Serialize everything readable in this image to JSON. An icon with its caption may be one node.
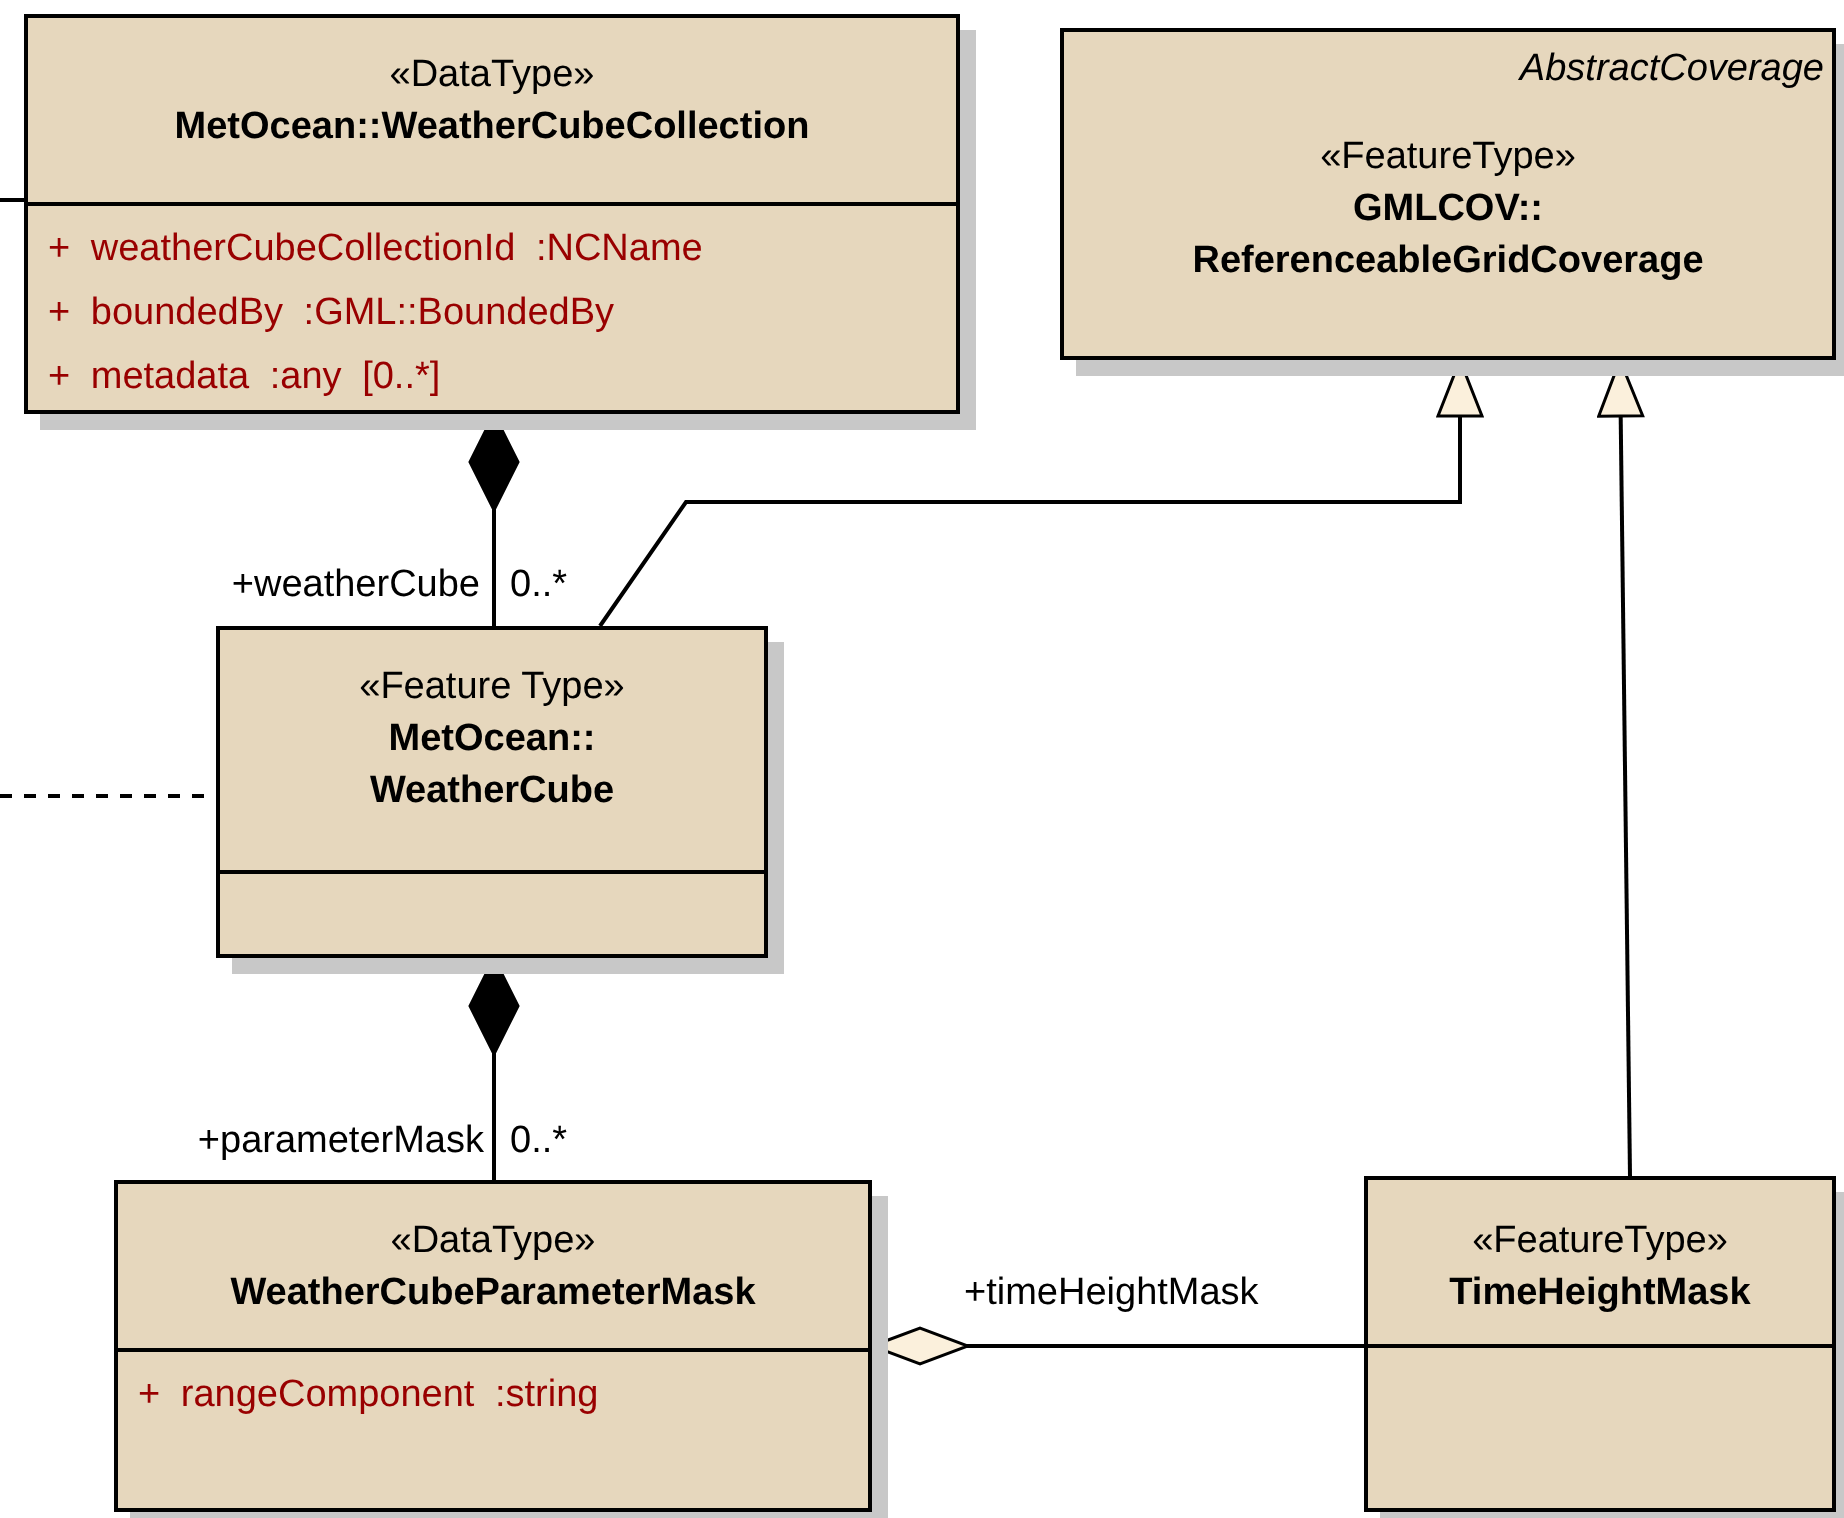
{
  "diagram": {
    "nodes": [
      {
        "text": [
          "«DataType»",
          "MetOcean::WeatherCubeCollection",
          "+ weatherCubeCollectionId :NCName",
          "+ boundedBy :GML::BoundedBy",
          "+ metadata :any [0..*]"
        ]
      },
      {
        "text": [
          "AbstractCoverage",
          "«FeatureType»",
          "GMLCOV:: ReferenceableGridCoverage"
        ]
      },
      {
        "text": [
          "«Feature Type»",
          "MetOcean:: WeatherCube"
        ]
      },
      {
        "text": [
          "«DataType»",
          "WeatherCubeParameterMask",
          "+ rangeComponent :string"
        ]
      },
      {
        "text": [
          "«FeatureType»",
          "TimeHeightMask"
        ]
      }
    ],
    "edges": [
      {
        "from": 0,
        "to": 2,
        "arrow": "other",
        "label": "+weatherCube"
      },
      {
        "from": 2,
        "to": 1,
        "arrow": "to"
      },
      {
        "from": 4,
        "to": 1,
        "arrow": "to"
      },
      {
        "from": 2,
        "to": 3,
        "arrow": "other",
        "label": "+parameterMask"
      },
      {
        "from": 3,
        "to": 4,
        "arrow": "other",
        "label": "+timeHeightMask"
      },
      {
        "from": null,
        "to": 2,
        "arrow": "none",
        "style": "dashed"
      },
      {
        "from": null,
        "to": 0,
        "arrow": "none"
      }
    ],
    "labels": [
      "0..*",
      "0..*"
    ]
  }
}
